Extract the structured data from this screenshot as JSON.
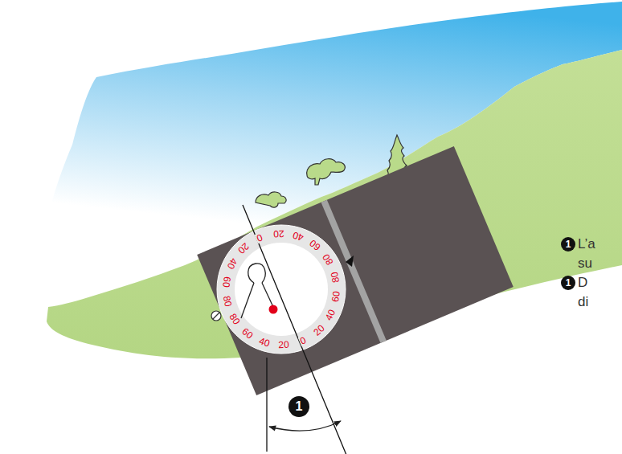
{
  "diagram": {
    "labels": [
      "80",
      "60",
      "40",
      "20",
      "0",
      "20",
      "40",
      "60",
      "80",
      "80",
      "60",
      "40",
      "20",
      "0",
      "20",
      "40",
      "60",
      "80",
      "1",
      "L’a su",
      "1",
      "D di",
      "1"
    ]
  }
}
